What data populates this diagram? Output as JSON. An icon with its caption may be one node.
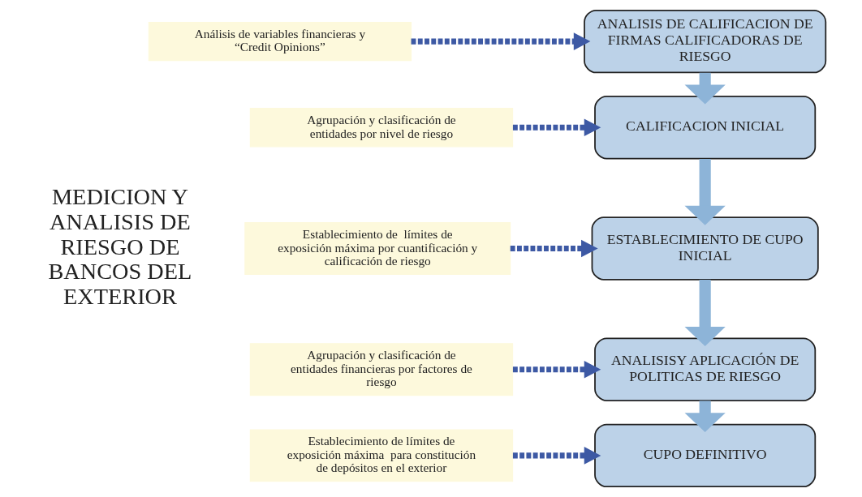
{
  "diagram": {
    "nodes": [
      {
        "text": [
          "Análisis de variables financieras y “Credit Opinions”"
        ]
      },
      {
        "text": [
          "Agrupación y clasificación de entidades por nivel de riesgo"
        ]
      },
      {
        "text": [
          "Establecimiento de  límites de exposición máxima por cuantificación y calificación de riesgo"
        ]
      },
      {
        "text": [
          "Agrupación y clasificación de entidades financieras por factores de riesgo"
        ]
      },
      {
        "text": [
          "Establecimiento de límites de exposición máxima  para constitución de depósitos en el exterior"
        ]
      },
      {
        "text": [
          "ANALISIS DE CALIFICACION DE FIRMAS CALIFICADORAS DE RIESGO"
        ]
      },
      {
        "text": [
          "CALIFICACION INICIAL"
        ]
      },
      {
        "text": [
          "ESTABLECIMIENTO DE CUPO INICIAL"
        ]
      },
      {
        "text": [
          "ANALISISY APLICACIÓN DE POLITICAS DE RIESGO"
        ]
      },
      {
        "text": [
          "CUPO DEFINITIVO"
        ]
      }
    ],
    "edges": [
      {
        "from": 0,
        "to": 5,
        "arrow": "to",
        "style": "dashed",
        "color": "#3d59a4"
      },
      {
        "from": 1,
        "to": 6,
        "arrow": "to",
        "style": "dashed",
        "color": "#3d59a4"
      },
      {
        "from": 2,
        "to": 7,
        "arrow": "to",
        "style": "dashed",
        "color": "#3d59a4"
      },
      {
        "from": 3,
        "to": 8,
        "arrow": "to",
        "style": "dashed",
        "color": "#3d59a4"
      },
      {
        "from": 4,
        "to": 9,
        "arrow": "to",
        "style": "dashed",
        "color": "#3d59a4"
      },
      {
        "from": 5,
        "to": 6,
        "arrow": "to",
        "style": "thick",
        "color": "#8db4d8"
      },
      {
        "from": 6,
        "to": 7,
        "arrow": "to",
        "style": "thick",
        "color": "#8db4d8"
      },
      {
        "from": 7,
        "to": 8,
        "arrow": "to",
        "style": "thick",
        "color": "#8db4d8"
      },
      {
        "from": 8,
        "to": 9,
        "arrow": "to",
        "style": "thick",
        "color": "#8db4d8"
      }
    ],
    "labels": [
      "MEDICION Y ANALISIS DE RIESGO DE BANCOS DEL EXTERIOR"
    ]
  }
}
